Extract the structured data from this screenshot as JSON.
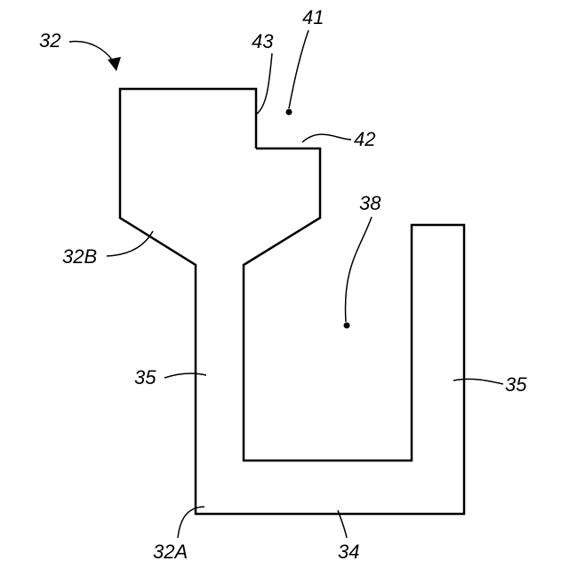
{
  "labels": {
    "ref_32": "32",
    "ref_41": "41",
    "ref_43": "43",
    "ref_42": "42",
    "ref_38": "38",
    "ref_32B": "32B",
    "ref_35_left": "35",
    "ref_35_right": "35",
    "ref_32A": "32A",
    "ref_34": "34"
  },
  "colors": {
    "line": "#000000",
    "background": "#ffffff"
  }
}
